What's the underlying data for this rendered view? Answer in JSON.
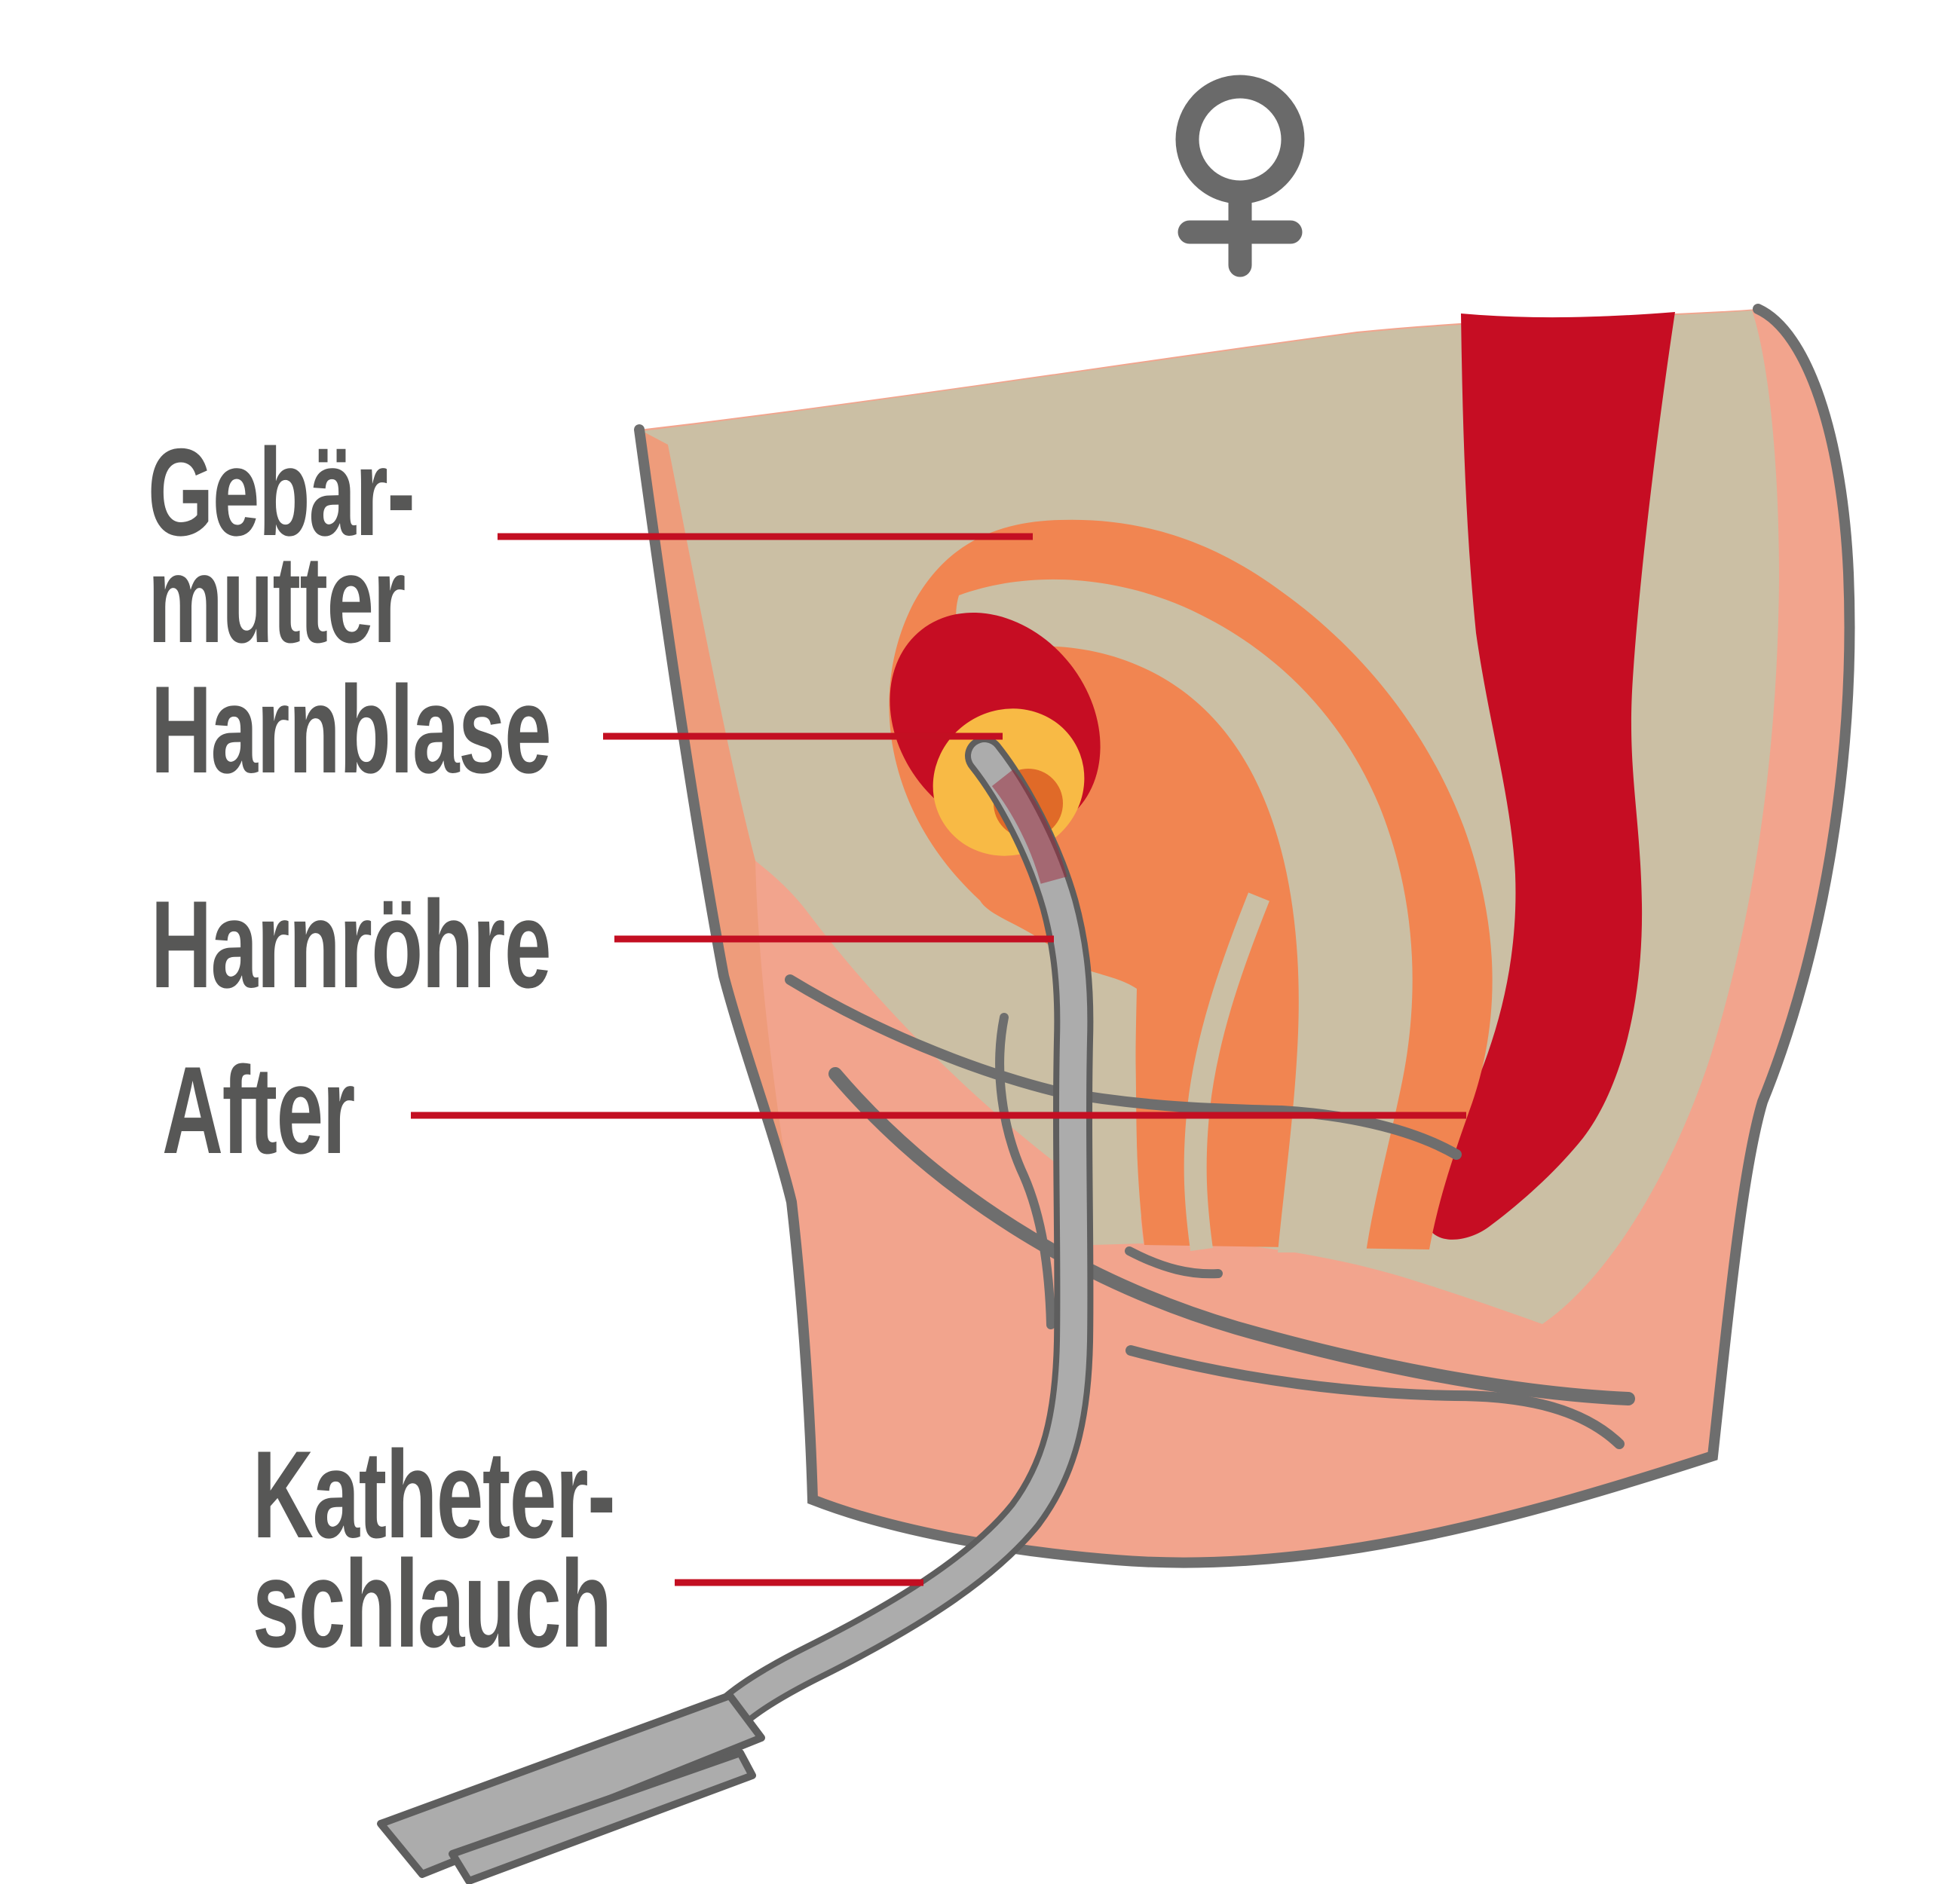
{
  "diagram": {
    "kind": "medical-anatomy-cross-section",
    "gender_icon": "female-symbol",
    "gender_symbol_glyph": "♀",
    "labels": {
      "uterus": {
        "line1": "Gebär-",
        "line2": "mutter"
      },
      "bladder": {
        "text": "Harnblase"
      },
      "urethra": {
        "text": "Harnröhre"
      },
      "anus": {
        "text": "After"
      },
      "catheter": {
        "line1": "Katheter-",
        "line2": "schlauch"
      }
    },
    "colors": {
      "label_text": "#575756",
      "leader_line": "#c30f22",
      "skin_pink": "#f2a48d",
      "skin_rim": "#ee9c7b",
      "interior_beige": "#cbbfa4",
      "organ_salmon": "#f18551",
      "blood_red": "#c60d23",
      "bladder_yellow": "#f8ba45",
      "bladder_orange": "#e06a28",
      "catheter_gray": "#acacac",
      "outline_gray": "#6e6e6e",
      "symbol_gray": "#6a6a6a"
    }
  }
}
